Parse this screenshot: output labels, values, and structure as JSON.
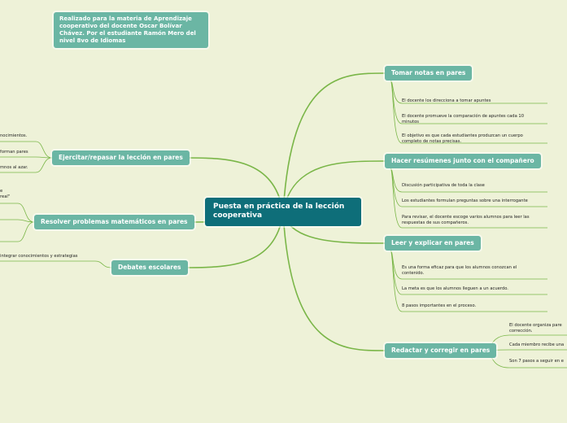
{
  "note": "Realizado para la materia de Aprendizaje cooperativo del docente Oscar Bolívar Chávez.  Por el estudiante Ramón Mero del nivel 8vo de Idiomas",
  "central": "Puesta en práctica de la lección cooperativa",
  "right_topics": [
    {
      "label": "Tomar notas en pares",
      "leaves": [
        [
          "El docente los direcciona a tomar apuntes"
        ],
        [
          "El docente promueve la comparación de apuntes cada 10",
          "minutos"
        ],
        [
          "El objetivo es que cada estudiantes produzcan un cuerpo",
          "completo de notas precisas."
        ]
      ]
    },
    {
      "label": "Hacer resúmenes junto con el compañero",
      "leaves": [
        [
          "Discusión participativa de toda la clase"
        ],
        [
          "Los estudiantes formulan preguntas sobre una interrogante"
        ],
        [
          "Para revisar, el docente escoge varios alumnos para leer las",
          "respuestas de sus compañeros."
        ]
      ]
    },
    {
      "label": "Leer y explicar en pares",
      "leaves": [
        [
          "Es una forma eficaz para que los alumnos conozcan el",
          "contenido."
        ],
        [
          "La meta es que los alumnos lleguen a un acuerdo."
        ],
        [
          "8 pasos importantes en el proceso."
        ]
      ]
    },
    {
      "label": "Redactar y corregir en pares",
      "leaves": [
        [
          "El docente organiza pare",
          "corrección."
        ],
        [
          "Cada miembro recibe una"
        ],
        [
          "Son 7 pasos a seguir en e"
        ]
      ]
    }
  ],
  "left_topics": [
    {
      "label": "Ejercitar/repasar la lección en pares",
      "leaves": [
        [
          "nocimientos."
        ],
        [
          "forman pares"
        ],
        [
          "mnos al azar."
        ]
      ]
    },
    {
      "label": "Resolver problemas matemáticos en pares",
      "leaves": [
        [
          "e",
          "real\""
        ],
        [
          ""
        ],
        [
          ""
        ]
      ]
    },
    {
      "label": "Debates escolares",
      "leaves": [
        [
          "integrar conocimientos y estrategias"
        ]
      ]
    }
  ],
  "colors": {
    "line": "#7ab648",
    "topic": "#6bb6a4",
    "central": "#0e6e79",
    "background": "#eef2d8"
  }
}
